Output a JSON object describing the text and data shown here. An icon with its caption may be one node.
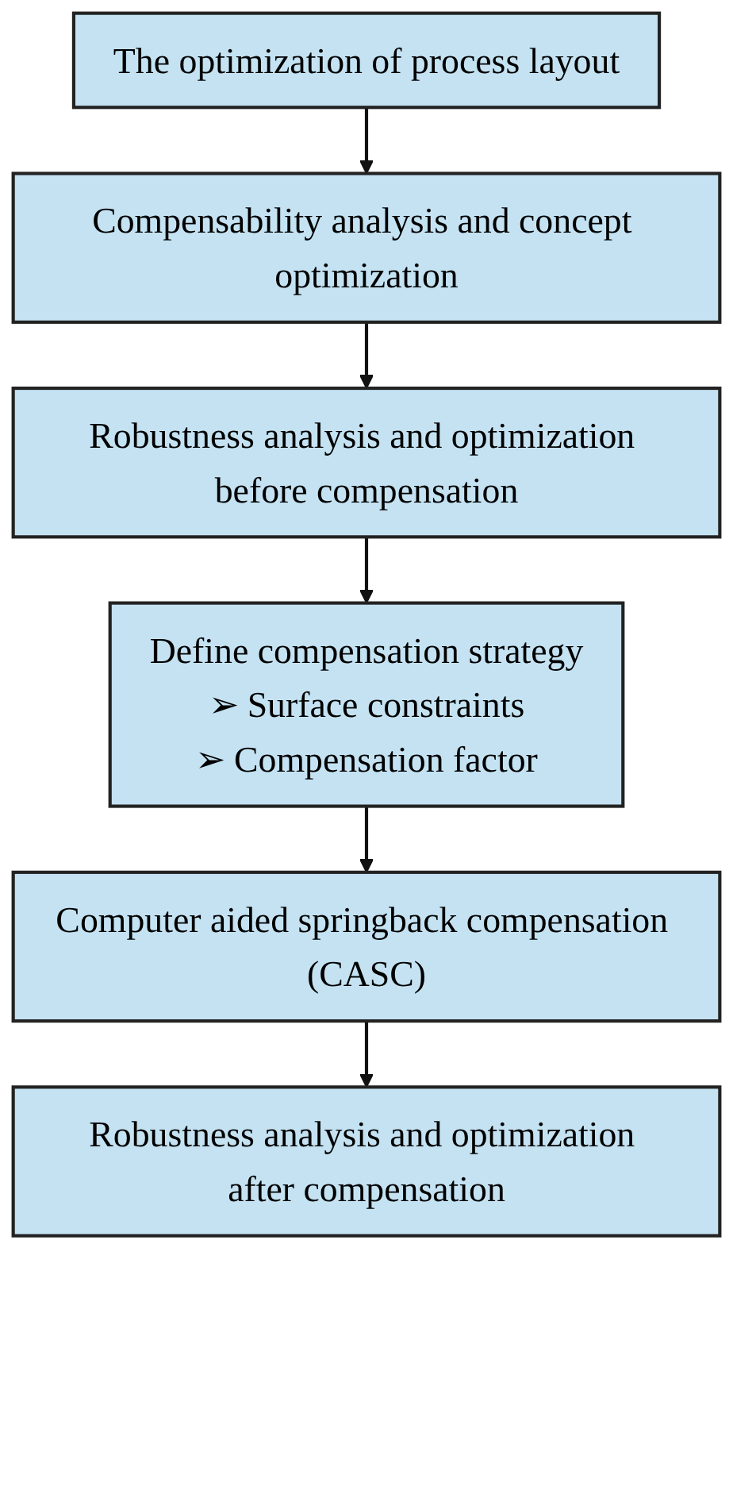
{
  "diagram": {
    "nodes": [
      {
        "text": [
          "The optimization of process layout"
        ]
      },
      {
        "text": [
          "Compensability analysis and concept optimization"
        ]
      },
      {
        "text": [
          "Robustness analysis and optimization before compensation"
        ]
      },
      {
        "text": [
          "Define compensation strategy",
          "➢ Surface constraints",
          "➢ Compensation factor"
        ]
      },
      {
        "text": [
          "Computer aided springback compensation (CASC)"
        ]
      },
      {
        "text": [
          "Robustness analysis and optimization after compensation"
        ]
      }
    ],
    "edges": [
      {
        "from": 0,
        "to": 1,
        "arrow": "to"
      },
      {
        "from": 1,
        "to": 2,
        "arrow": "to"
      },
      {
        "from": 2,
        "to": 3,
        "arrow": "to"
      },
      {
        "from": 3,
        "to": 4,
        "arrow": "to"
      },
      {
        "from": 4,
        "to": 5,
        "arrow": "to"
      }
    ]
  }
}
